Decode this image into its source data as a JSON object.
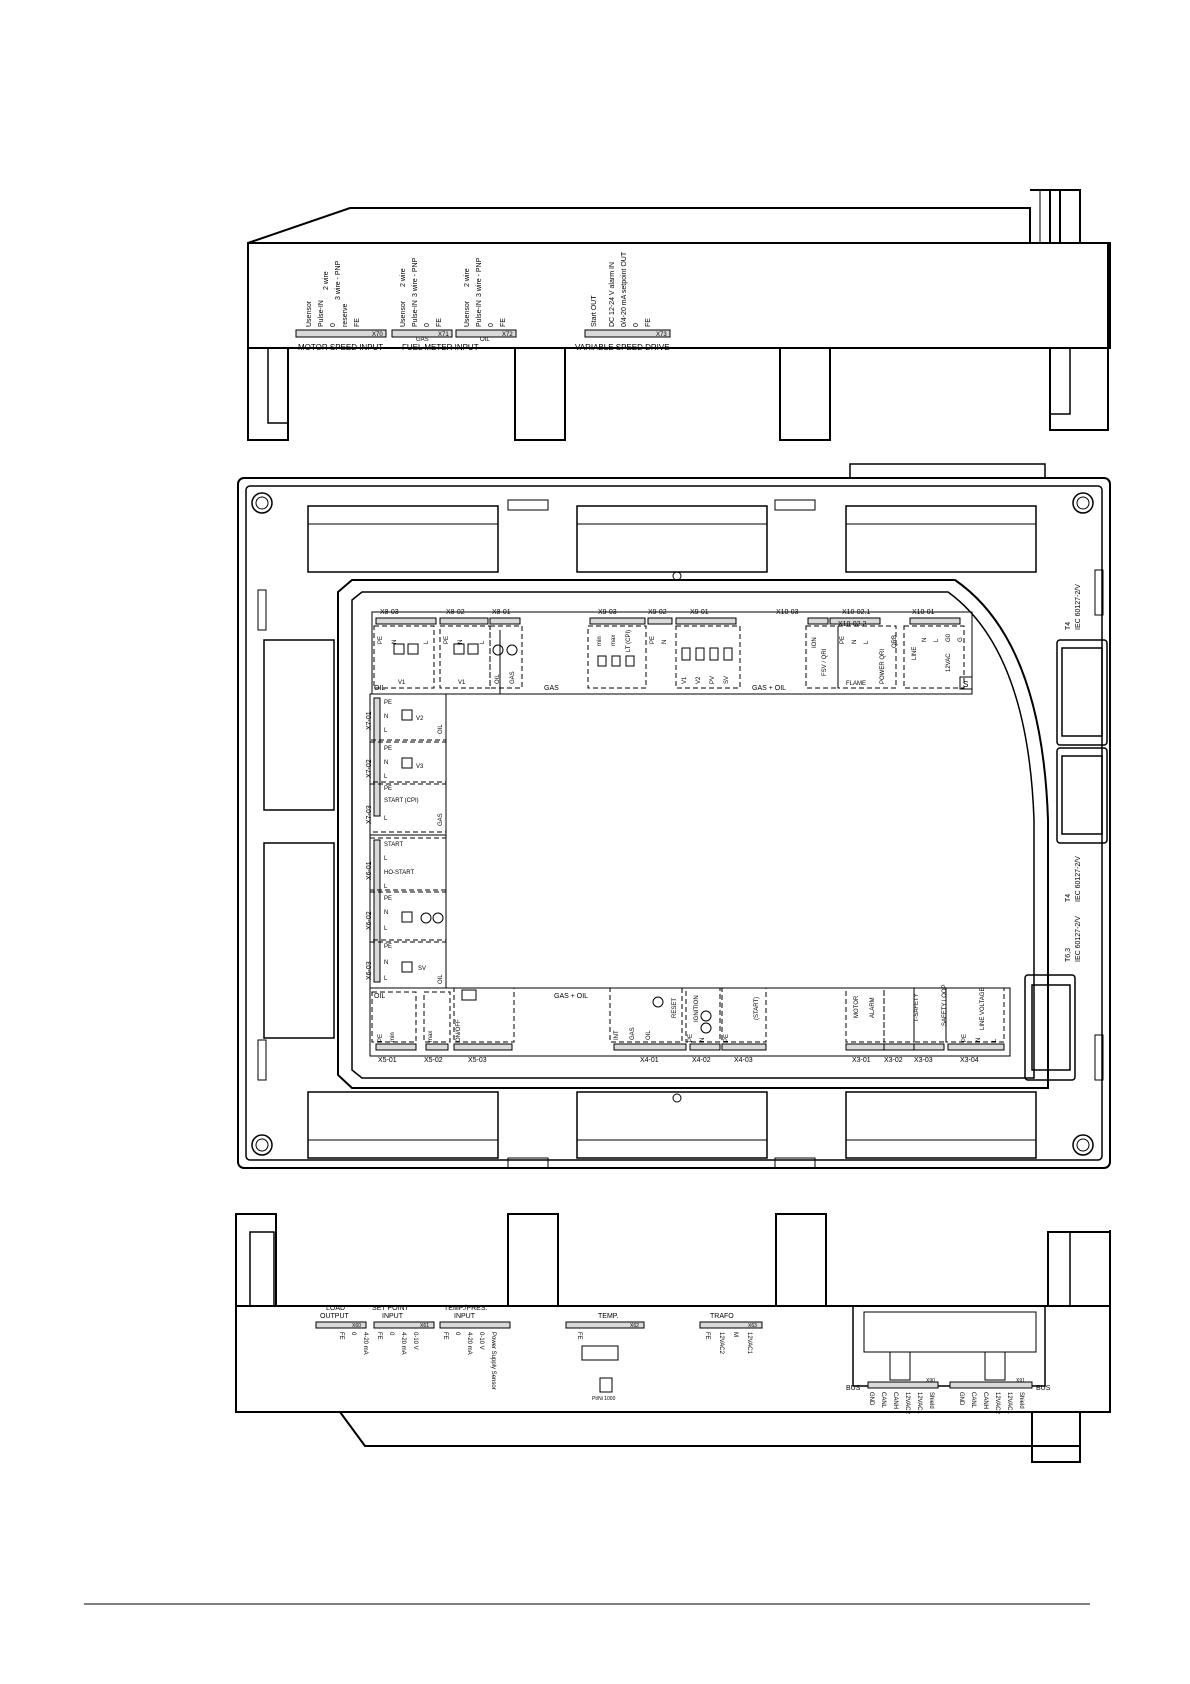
{
  "top_connector": {
    "speed_group_label": "MOTOR SPEED INPUT",
    "fuel_group_label": "FUEL METER INPUT",
    "vsd_group_label": "VARIABLE SPEED DRIVE",
    "gas_label": "GAS",
    "oil_label": "OIL",
    "x70": "X70",
    "x71": "X71",
    "x72": "X72",
    "x73": "X73",
    "speed_pins": [
      "Usensor",
      "Pulse-IN",
      "0",
      "reserve",
      "FE"
    ],
    "gas_pins": [
      "Usensor",
      "Pulse-IN",
      "0",
      "FE"
    ],
    "oil_pins": [
      "Usensor",
      "Pulse-IN",
      "0",
      "FE"
    ],
    "wire2": "2 wire",
    "wire3": "3 wire - PNP",
    "vsd_pins": [
      "Start OUT",
      "DC 12-24 V alarm IN",
      "0/4-20 mA setpoint OUT",
      "0",
      "FE"
    ]
  },
  "upper_row": {
    "x8_03": "X8-03",
    "x8_02": "X8-02",
    "x8_01": "X8-01",
    "x9_03": "X9-03",
    "x9_02": "X9-02",
    "x9_01": "X9-01",
    "x10_03": "X10-03",
    "x10_02_1": "X10-02.1",
    "x10_02_2": "X10-02.2",
    "x10_01": "X10-01",
    "oil": "OIL",
    "gas": "GAS",
    "gas_oil": "GAS + OIL",
    "pe": "PE",
    "n": "N",
    "l": "L",
    "v1": "V1",
    "v2": "V2",
    "pv": "PV",
    "sv": "SV",
    "min": "min",
    "max": "max",
    "lt_cpi": "LT (CPI)",
    "ion": "ION",
    "fsv_qri": "FSV / QRI",
    "flame": "FLAME",
    "power_qri": "POWER QRI",
    "qrb": "QRB",
    "line": "LINE",
    "vac": "12VAC",
    "g0": "G0",
    "g": "G",
    "s": "S"
  },
  "left_column": {
    "x7_01": "X7-01",
    "x7_02": "X7-02",
    "x7_03": "X7-03",
    "x6_01": "X6-01",
    "x6_02": "X6-02",
    "x6_03": "X6-03",
    "pe": "PE",
    "n": "N",
    "l": "L",
    "v2": "V2",
    "v3": "V3",
    "sv": "SV",
    "start_cpi": "START (CPI)",
    "start": "START",
    "ho_start": "HO-START",
    "oil": "OIL",
    "gas": "GAS"
  },
  "lower_row": {
    "oil": "OIL",
    "gas_oil": "GAS + OIL",
    "x5_01": "X5-01",
    "x5_02": "X5-02",
    "x5_03": "X5-03",
    "x4_01": "X4-01",
    "x4_02": "X4-02",
    "x4_03": "X4-03",
    "x3_01": "X3-01",
    "x3_02": "X3-02",
    "x3_03": "X3-03",
    "x3_04": "X3-04",
    "pe": "PE",
    "n": "N",
    "l": "L",
    "min": "min",
    "max": "max",
    "onoff": "ON/OFF",
    "int": "INT",
    "gas": "GAS",
    "oil_l": "OIL",
    "reset": "RESET",
    "ignition": "IGNITION",
    "start": "(START)",
    "motor": "MOTOR",
    "alarm": "ALARM",
    "tsafety": "T-SAFETY",
    "safety_loop": "SAFETY LOOP",
    "line_voltage": "LINE VOLTAGE"
  },
  "side_labels": {
    "t4": "T4",
    "t4_norm": "IEC 60127-2/V",
    "t4b": "T4",
    "t4b_norm": "IEC 60127-2/V",
    "t63": "T6,3",
    "t63_norm": "IEC 60127-2/V"
  },
  "bottom_connector": {
    "load_output": [
      "LOAD",
      "OUTPUT"
    ],
    "set_point": [
      "SET POINT",
      "INPUT"
    ],
    "temp_pres": [
      "TEMP./PRES.",
      "INPUT"
    ],
    "temp": "TEMP.",
    "trafo": "TRAFO",
    "x60": "X60",
    "x61": "X61",
    "x62": "X62",
    "x63": "X63",
    "load_pins": [
      "FE",
      "0",
      "4-20 mA"
    ],
    "setpoint_pins": [
      "FE",
      "0",
      "4-20 mA",
      "0-10 V"
    ],
    "temp_pres_pins": [
      "FE",
      "0",
      "4-20 mA",
      "0-10 V",
      "Power Supply Sensor"
    ],
    "temp_pins": [
      "FE"
    ],
    "pt": "Pt/Ni 1000",
    "trafo_pins": [
      "FE",
      "12VAC2",
      "M",
      "12VAC1"
    ],
    "bus": "BUS",
    "bus_right": "BUS",
    "x90": "X90",
    "x91": "X91",
    "bus_pins": [
      "GND",
      "CANL",
      "CANH",
      "12VAC2",
      "12VAC1",
      "Shield"
    ]
  }
}
